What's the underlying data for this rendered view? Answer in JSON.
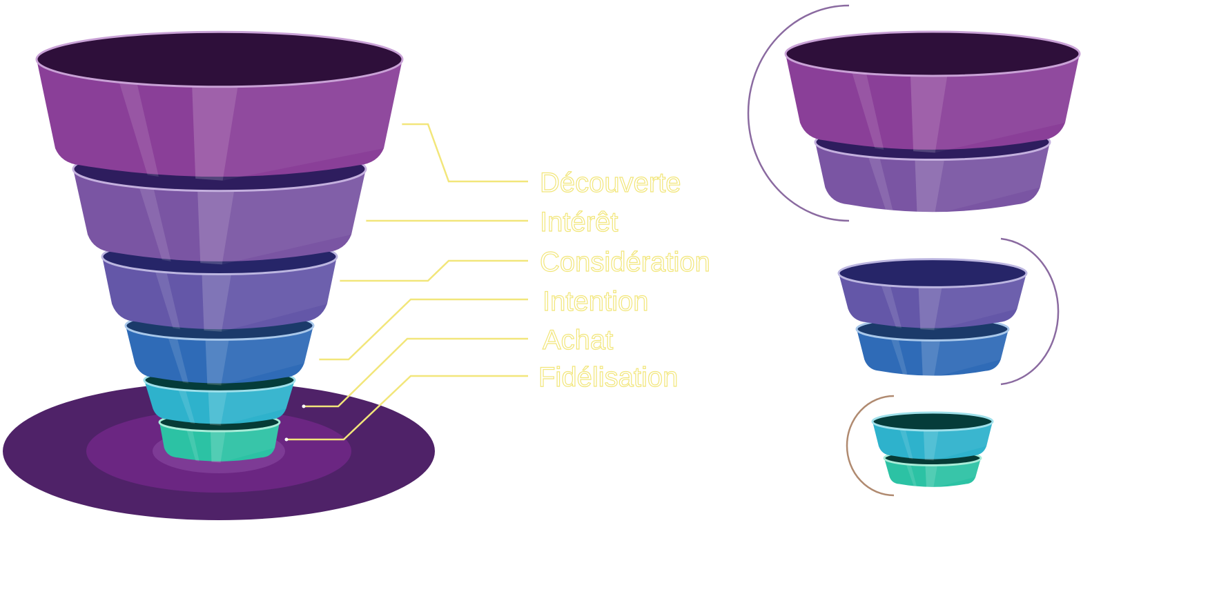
{
  "stages": [
    {
      "label": "Découverte",
      "side": "#8a3f98",
      "top": "#2e0f3a",
      "rim": "#c9a2d6"
    },
    {
      "label": "Intérêt",
      "side": "#7a55a3",
      "top": "#2e1d5e",
      "rim": "#c4b0de"
    },
    {
      "label": "Considération",
      "side": "#6457a8",
      "top": "#262568",
      "rim": "#bcb6e0"
    },
    {
      "label": "Intention",
      "side": "#2f6bb7",
      "top": "#1b3a6a",
      "rim": "#a9c8ea"
    },
    {
      "label": "Achat",
      "side": "#2eb2cc",
      "top": "#053c3a",
      "rim": "#9fe0ea"
    },
    {
      "label": "Fidélisation",
      "side": "#2cc2a4",
      "top": "#063b36",
      "rim": "#a8ecd8"
    }
  ],
  "colors": {
    "base_outer": "#4f2268",
    "base_middle": "#6b2682",
    "base_inner": "#7d3b95",
    "label_outline": "#f2e67a",
    "arc": "#8a6aa0"
  }
}
